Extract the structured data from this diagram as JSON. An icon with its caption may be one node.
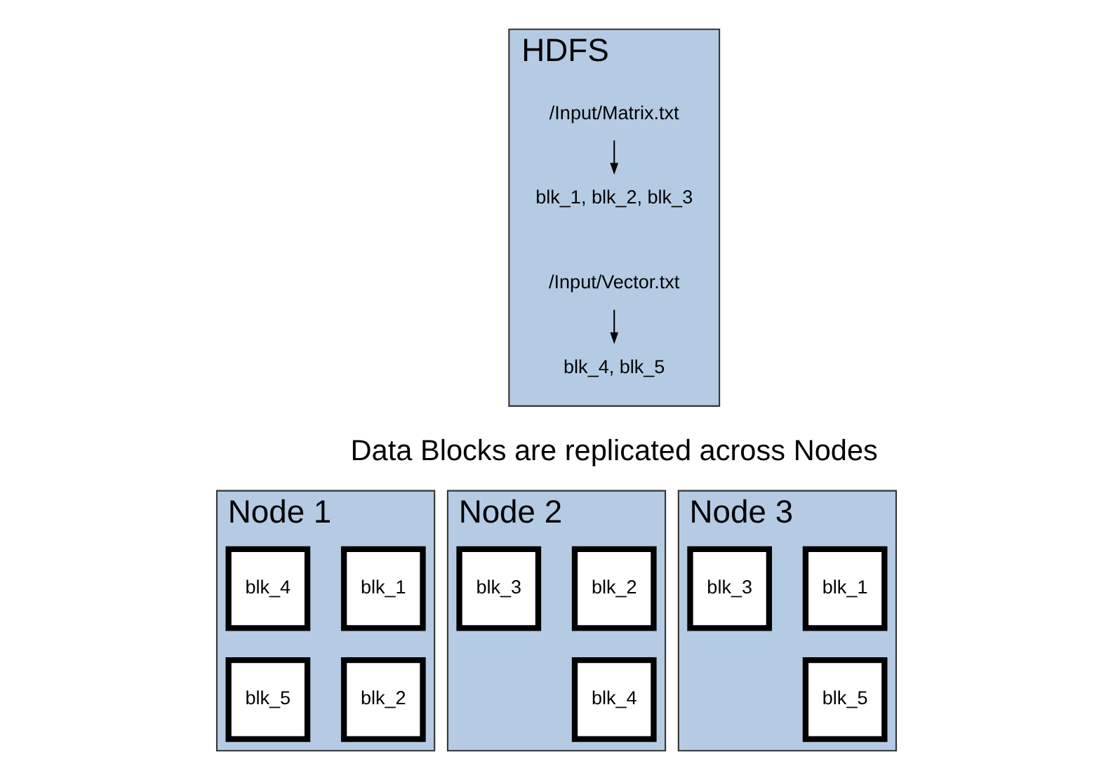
{
  "diagram": {
    "nodes": [
      {
        "text": [
          "HDFS"
        ]
      },
      {
        "text": [
          "/Input/Matrix.txt"
        ],
        "in": 0
      },
      {
        "text": [
          "blk_1, blk_2, blk_3"
        ],
        "in": 0
      },
      {
        "text": [
          "/Input/Vector.txt"
        ],
        "in": 0
      },
      {
        "text": [
          "blk_4, blk_5"
        ],
        "in": 0
      },
      {
        "text": [
          "Node 1"
        ]
      },
      {
        "text": [
          "blk_1"
        ],
        "in": 5
      },
      {
        "text": [
          "blk_4"
        ],
        "in": 5
      },
      {
        "text": [
          "blk_2"
        ],
        "in": 5
      },
      {
        "text": [
          "blk_5"
        ],
        "in": 5
      },
      {
        "text": [
          "Node 2"
        ]
      },
      {
        "text": [
          "blk_2"
        ],
        "in": 10
      },
      {
        "text": [
          "blk_3"
        ],
        "in": 10
      },
      {
        "text": [
          "blk_4"
        ],
        "in": 10
      },
      {
        "text": [
          "Node 3"
        ]
      },
      {
        "text": [
          "blk_1"
        ],
        "in": 14
      },
      {
        "text": [
          "blk_3"
        ],
        "in": 14
      },
      {
        "text": [
          "blk_5"
        ],
        "in": 14
      }
    ],
    "edges": [
      {
        "from": 1,
        "to": 2,
        "arrow": "to"
      },
      {
        "from": 3,
        "to": 4,
        "arrow": "to"
      }
    ],
    "labels": [
      "Data Blocks are replicated across Nodes"
    ]
  }
}
